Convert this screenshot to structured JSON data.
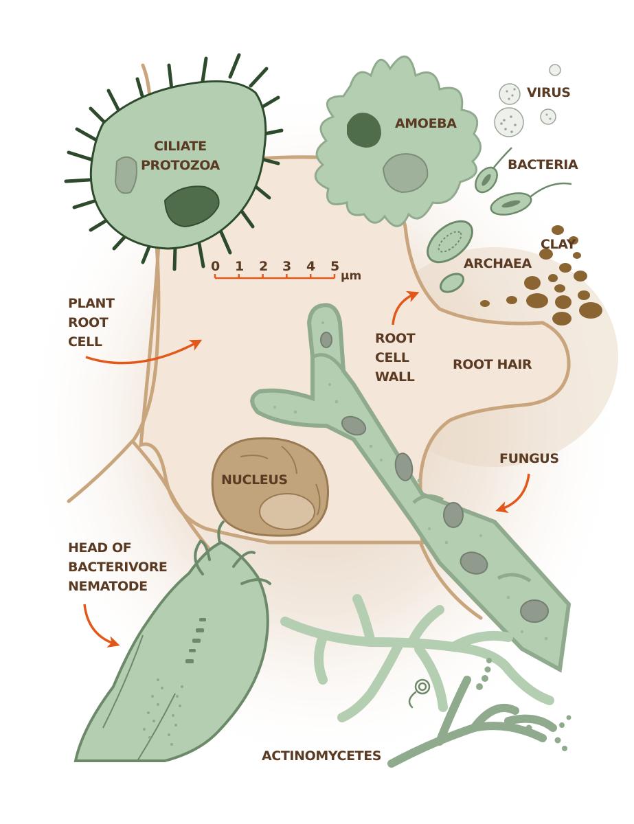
{
  "labels": {
    "ciliate": [
      "CILIATE",
      "PROTOZOA"
    ],
    "amoeba": "AMOEBA",
    "virus": "VIRUS",
    "bacteria": "BACTERIA",
    "clay": "CLAY",
    "archaea": "ARCHAEA",
    "plant_root_cell": [
      "PLANT",
      "ROOT",
      "CELL"
    ],
    "root_cell_wall": [
      "ROOT",
      "CELL",
      "WALL"
    ],
    "root_hair": "ROOT HAIR",
    "fungus": "FUNGUS",
    "nucleus": "NUCLEUS",
    "nematode": [
      "HEAD OF",
      "BACTERIVORE",
      "NEMATODE"
    ],
    "actinomycetes": "ACTINOMYCETES"
  },
  "scale_bar": {
    "ticks": [
      "0",
      "1",
      "2",
      "3",
      "4",
      "5"
    ],
    "unit": "μm"
  },
  "colors": {
    "organism_fill": "#b4ceb2",
    "organism_dark": "#6c8a6a",
    "organism_outline": "#8faa8c",
    "ciliate_spike": "#2e4a2c",
    "cell_interior": "#f4e7d9",
    "cell_wall": "#c8a57c",
    "nucleus": "#c2a47c",
    "clay": "#8a6532",
    "arrow": "#e2581b",
    "label_text": "#5a3a22"
  }
}
